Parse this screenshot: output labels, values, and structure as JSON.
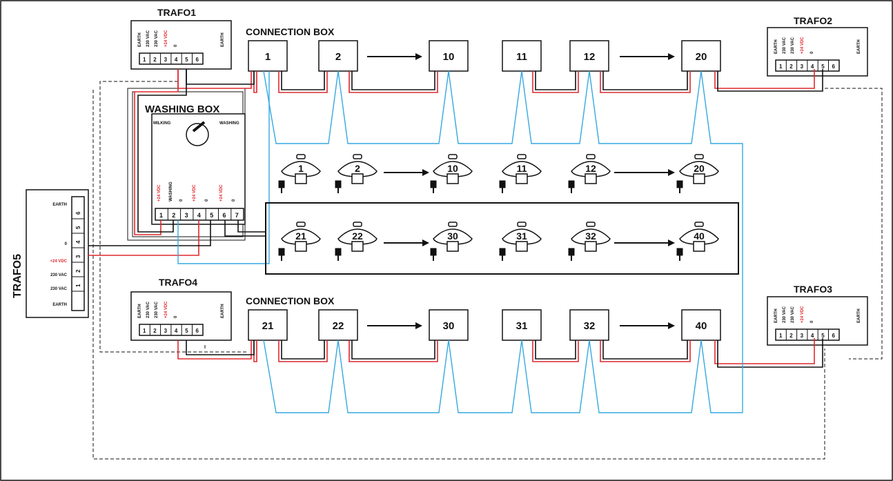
{
  "labels": {
    "trafo1": "TRAFO1",
    "trafo2": "TRAFO2",
    "trafo3": "TRAFO3",
    "trafo4": "TRAFO4",
    "trafo5": "TRAFO5",
    "washing_box": "WASHING BOX",
    "connection_box_top": "CONNECTION BOX",
    "connection_box_bottom": "CONNECTION BOX",
    "milking": "MILKING",
    "washing": "WASHING"
  },
  "trafo_small": {
    "terminals": [
      "1",
      "2",
      "3",
      "4",
      "5",
      "6"
    ],
    "texts": [
      "EARTH",
      "230 VAC",
      "230 VAC",
      "+24 VDC",
      "0",
      "EARTH"
    ]
  },
  "trafo5": {
    "terminals": [
      "6",
      "5",
      "4",
      "3",
      "2",
      "1"
    ],
    "texts": [
      "EARTH",
      "",
      "0",
      "+24 VDC",
      "230 VAC",
      "230 VAC",
      "EARTH"
    ]
  },
  "washing_box": {
    "terminals": [
      "1",
      "2",
      "3",
      "4",
      "5",
      "6",
      "7"
    ],
    "texts": [
      "+24 VDC",
      "WASHING",
      "0",
      "+24 VDC",
      "0",
      "+24 VDC",
      "0"
    ]
  },
  "connection_boxes_top": [
    "1",
    "2",
    "10",
    "11",
    "12",
    "20"
  ],
  "connection_boxes_bottom": [
    "21",
    "22",
    "30",
    "31",
    "32",
    "40"
  ],
  "units_top": [
    "1",
    "2",
    "10",
    "11",
    "12",
    "20"
  ],
  "units_bottom": [
    "21",
    "22",
    "30",
    "31",
    "32",
    "40"
  ],
  "colors": {
    "red_wire": "#e0282e",
    "blue_wire": "#35a8e0",
    "black_wire": "#111111"
  }
}
